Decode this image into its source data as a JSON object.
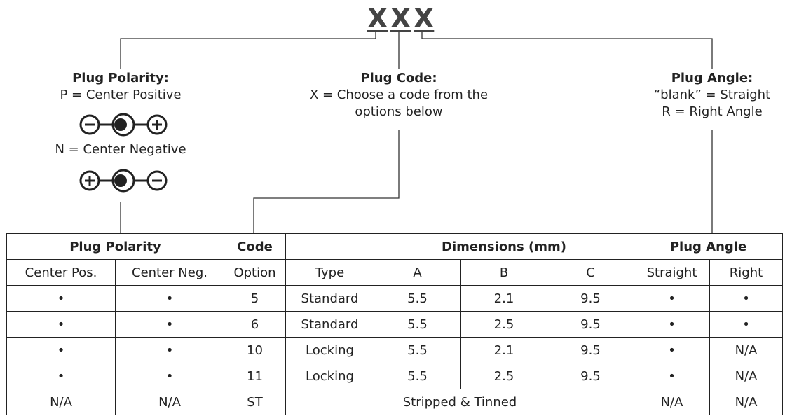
{
  "code_template": {
    "chars": [
      "X",
      "X",
      "X"
    ]
  },
  "polarity": {
    "title": "Plug Polarity:",
    "positive_line": "P = Center Positive",
    "negative_line": "N = Center Negative",
    "positive_symbols": [
      "−",
      "●",
      "+"
    ],
    "negative_symbols": [
      "+",
      "●",
      "−"
    ]
  },
  "code": {
    "title": "Plug Code:",
    "line1": "X = Choose a code from the",
    "line2": "options below"
  },
  "angle": {
    "title": "Plug Angle:",
    "line1": "“blank” = Straight",
    "line2": "R = Right Angle"
  },
  "table": {
    "group_headers": {
      "polarity": "Plug Polarity",
      "code": "Code",
      "blank": "",
      "dimensions": "Dimensions (mm)",
      "angle": "Plug Angle"
    },
    "sub_headers": [
      "Center Pos.",
      "Center Neg.",
      "Option",
      "Type",
      "A",
      "B",
      "C",
      "Straight",
      "Right"
    ],
    "rows": [
      [
        "•",
        "•",
        "5",
        "Standard",
        "5.5",
        "2.1",
        "9.5",
        "•",
        "•"
      ],
      [
        "•",
        "•",
        "6",
        "Standard",
        "5.5",
        "2.5",
        "9.5",
        "•",
        "•"
      ],
      [
        "•",
        "•",
        "10",
        "Locking",
        "5.5",
        "2.1",
        "9.5",
        "•",
        "N/A"
      ],
      [
        "•",
        "•",
        "11",
        "Locking",
        "5.5",
        "2.5",
        "9.5",
        "•",
        "N/A"
      ]
    ],
    "last_row": {
      "pos": "N/A",
      "neg": "N/A",
      "code": "ST",
      "merged": "Stripped & Tinned",
      "straight": "N/A",
      "right": "N/A"
    }
  }
}
